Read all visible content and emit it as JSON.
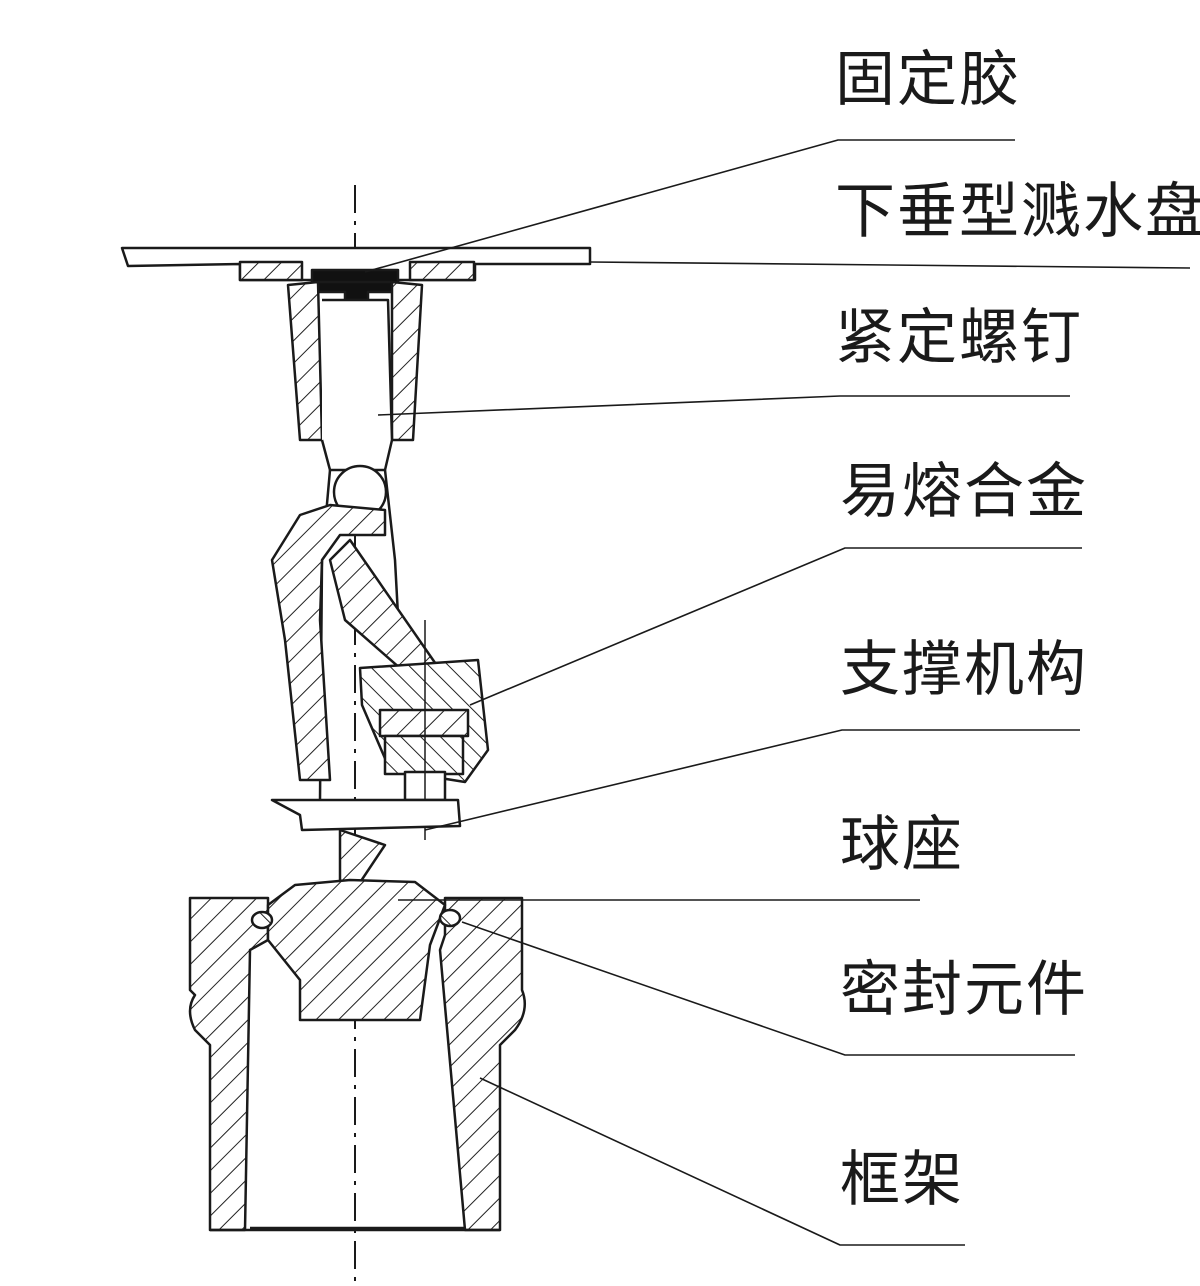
{
  "title": "下垂型洒水喷头结构示意图",
  "labels": {
    "glue": "固定胶",
    "deflector": "下垂型溅水盘",
    "set_screw": "紧定螺钉",
    "fusible_alloy": "易熔合金",
    "support": "支撑机构",
    "ball_seat": "球座",
    "seal": "密封元件",
    "frame": "框架"
  },
  "colors": {
    "line": "#1a1a1a",
    "background": "#ffffff"
  }
}
